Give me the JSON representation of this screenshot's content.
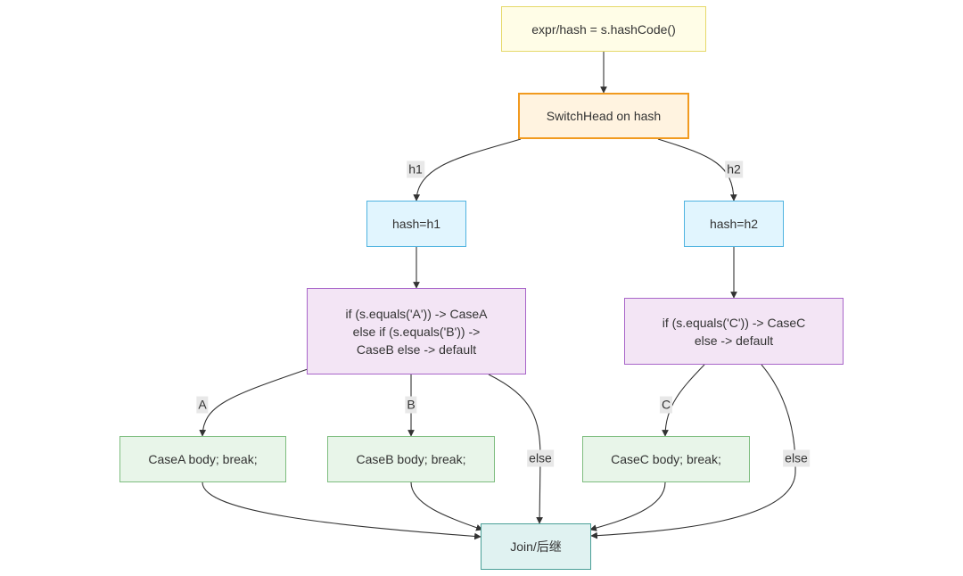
{
  "nodes": {
    "expr": "expr/hash = s.hashCode()",
    "switch_head": "SwitchHead on hash",
    "hash_h1": "hash=h1",
    "hash_h2": "hash=h2",
    "if_ab": [
      "if (s.equals('A')) -> CaseA",
      "else if (s.equals('B')) ->",
      "CaseB else -> default"
    ],
    "if_c": [
      "if (s.equals('C')) -> CaseC",
      "else -> default"
    ],
    "case_a": "CaseA body; break;",
    "case_b": "CaseB body; break;",
    "case_c": "CaseC body; break;",
    "join": "Join/后继"
  },
  "edge_labels": {
    "h1": "h1",
    "h2": "h2",
    "a": "A",
    "b": "B",
    "else_ab": "else",
    "c": "C",
    "else_c": "else"
  },
  "colors": {
    "edge": "#333333",
    "yellow_fill": "#fffde7",
    "orange_fill": "#fff3e0",
    "orange_border": "#f19a1f",
    "blue_fill": "#e1f5fe",
    "purple_fill": "#f3e5f5",
    "green_fill": "#e8f5e9",
    "teal_fill": "#e0f2f1"
  }
}
